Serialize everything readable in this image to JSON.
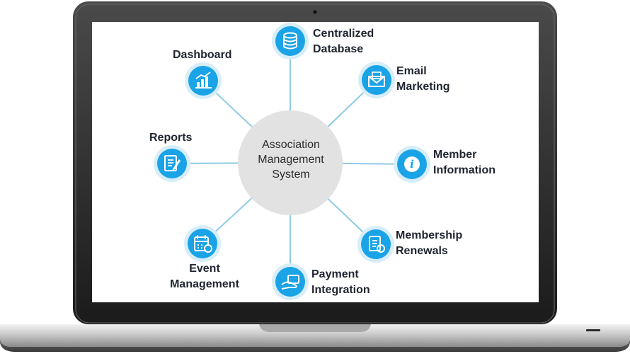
{
  "diagram": {
    "center": {
      "line1": "Association",
      "line2": "Management",
      "line3": "System"
    },
    "colors": {
      "node_ring": "#d7eef9",
      "node_fill": "#1aa3e6",
      "connector": "#8fcbe6",
      "center_fill": "#e2e2e2",
      "text": "#1f2430"
    },
    "nodes": [
      {
        "id": "centralized-database",
        "icon": "database-icon",
        "line1": "Centralized",
        "line2": "Database"
      },
      {
        "id": "email-marketing",
        "icon": "email-icon",
        "line1": "Email",
        "line2": "Marketing"
      },
      {
        "id": "member-information",
        "icon": "info-icon",
        "line1": "Member",
        "line2": "Information"
      },
      {
        "id": "membership-renewals",
        "icon": "renewal-document-icon",
        "line1": "Membership",
        "line2": "Renewals"
      },
      {
        "id": "payment-integration",
        "icon": "payment-card-icon",
        "line1": "Payment",
        "line2": "Integration"
      },
      {
        "id": "event-management",
        "icon": "calendar-icon",
        "line1": "Event",
        "line2": "Management"
      },
      {
        "id": "reports",
        "icon": "report-icon",
        "line1": "Reports",
        "line2": ""
      },
      {
        "id": "dashboard",
        "icon": "bar-chart-icon",
        "line1": "Dashboard",
        "line2": ""
      }
    ]
  }
}
